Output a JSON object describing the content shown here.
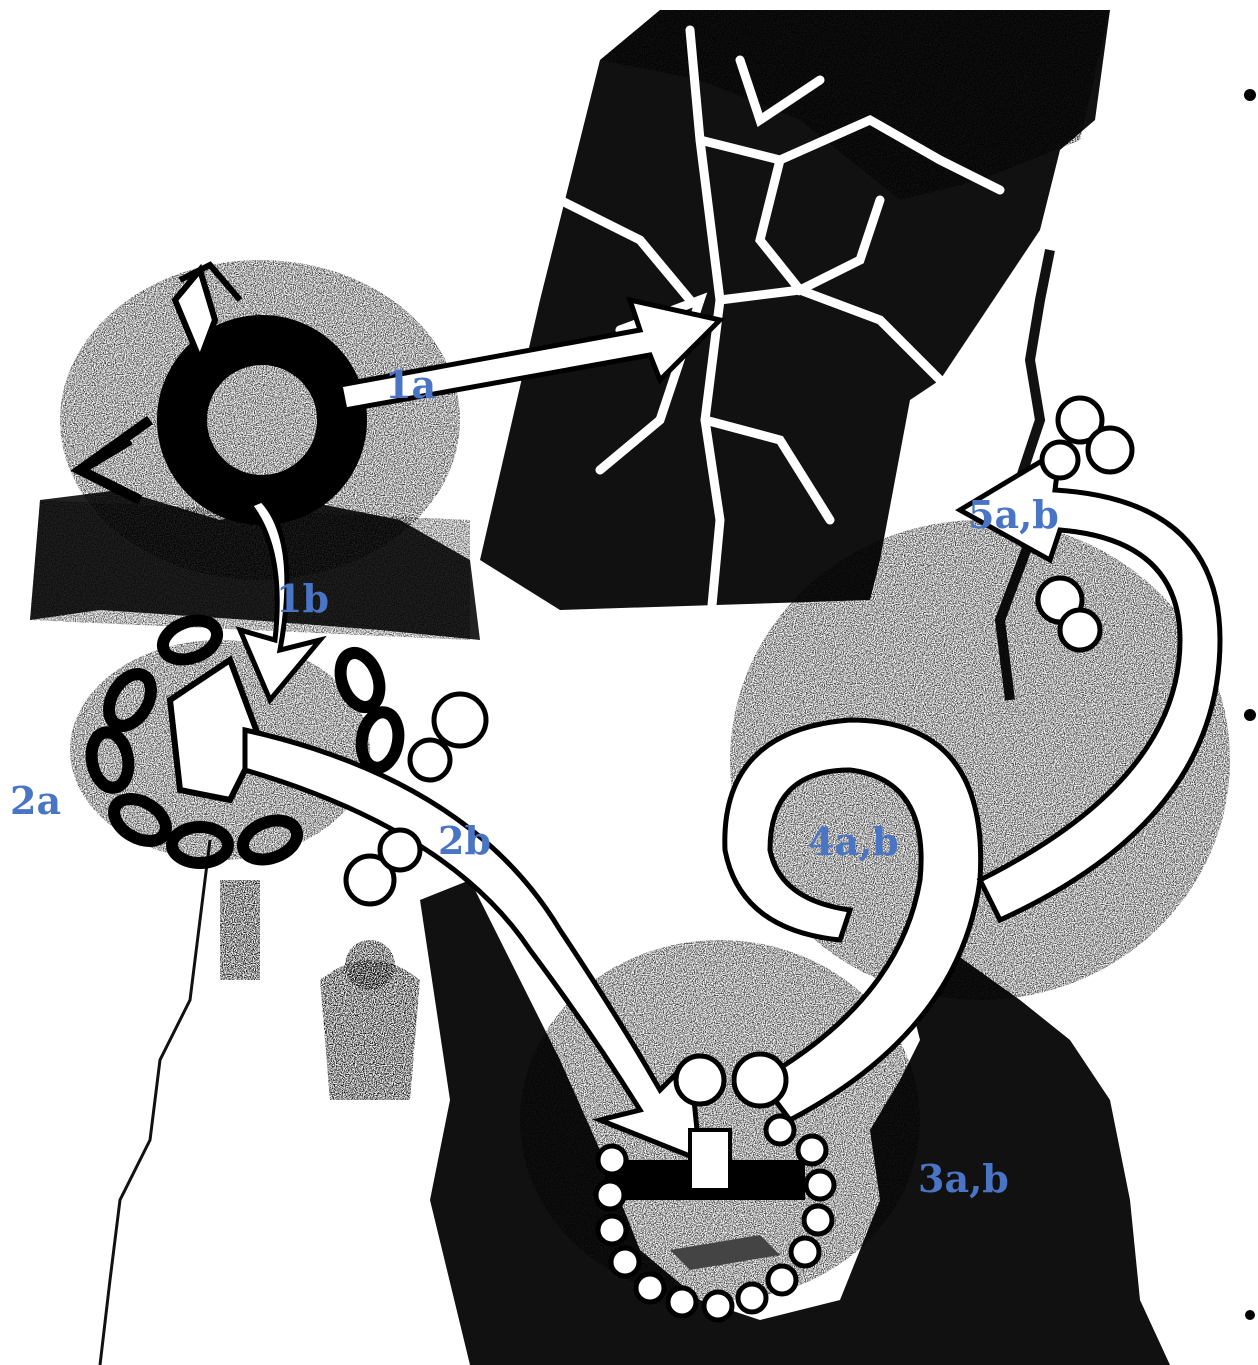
{
  "colors": {
    "label": "#4a74c4",
    "ink": "#000000",
    "paper": "#ffffff"
  },
  "labels": {
    "l1a": "1a",
    "l1b": "1b",
    "l2a": "2a",
    "l2b": "2b",
    "l3ab": "3a,b",
    "l4ab": "4a,b",
    "l5ab": "5a,b"
  }
}
